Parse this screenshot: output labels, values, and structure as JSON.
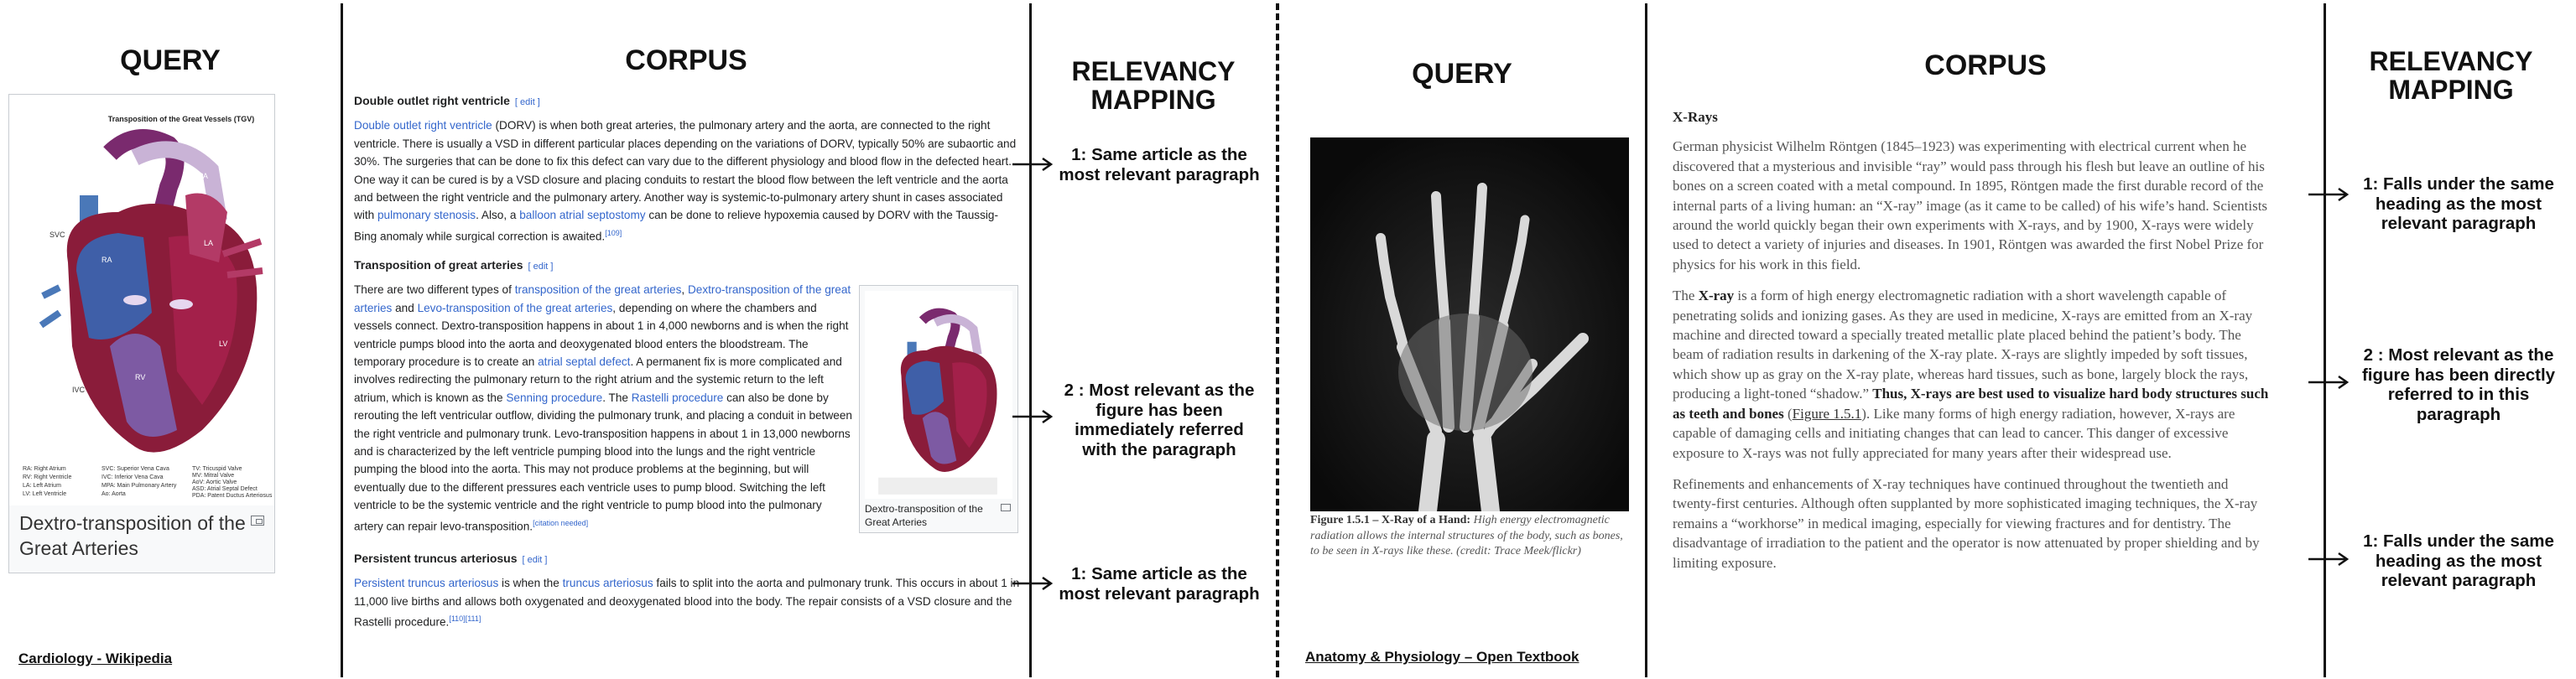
{
  "left": {
    "query_heading": "QUERY",
    "corpus_heading": "CORPUS",
    "mapping_heading": "RELEVANCY\nMAPPING",
    "source": "Cardiology - Wikipedia",
    "figure": {
      "title": "Transposition of the Great Vessels (TGV)",
      "caption": "Dextro-transposition of the Great Arteries",
      "small_caption": "Dextro-transposition of the Great Arteries",
      "legend_col1": [
        "RA: Right Atrium",
        "RV: Right Ventricle",
        "LA: Left Atrium",
        "LV: Left Ventricle"
      ],
      "legend_col2": [
        "SVC: Superior Vena Cava",
        "IVC: Inferior Vena Cava",
        "MPA: Main Pulmonary Artery",
        "Ao: Aorta"
      ],
      "legend_col3": [
        "TV: Tricuspid Valve",
        "MV: Mitral Valve",
        "AoV: Aortic Valve",
        "ASD: Atrial Septal Defect",
        "PDA: Patent Ductus Arteriosus"
      ]
    },
    "sections": [
      {
        "title": "Double outlet right ventricle",
        "edit": "[ edit ]",
        "link": "Double outlet right ventricle",
        "t1": " (DORV) is when both great arteries, the pulmonary artery and the aorta, are connected to the right ventricle. There is usually a VSD in different particular places depending on the variations of DORV, typically 50% are subaortic and 30%. The surgeries that can be done to fix this defect can vary due to the different physiology and blood flow in the defected heart. One way it can be cured is by a VSD closure and placing conduits to restart the blood flow between the left ventricle and the aorta and between the right ventricle and the pulmonary artery. Another way is systemic-to-pulmonary artery shunt in cases associated with ",
        "link2": "pulmonary stenosis",
        "t2": ". Also, a ",
        "link3": "balloon atrial septostomy",
        "t3": " can be done to relieve hypoxemia caused by DORV with the Taussig-Bing anomaly while surgical correction is awaited.",
        "ref": "[109]"
      },
      {
        "title": "Transposition of great arteries",
        "edit": "[ edit ]",
        "t0": "There are two different types of ",
        "link1": "transposition of the great arteries",
        "t1": ", ",
        "link2": "Dextro-transposition of the great arteries",
        "t2": " and ",
        "link3": "Levo-transposition of the great arteries",
        "t3": ", depending on where the chambers and vessels connect. Dextro-transposition happens in about 1 in 4,000 newborns and is when the right ventricle pumps blood into the aorta and deoxygenated blood enters the bloodstream. The temporary procedure is to create an ",
        "link4": "atrial septal defect",
        "t4": ". A permanent fix is more complicated and involves redirecting the pulmonary return to the right atrium and the systemic return to the left atrium, which is known as the ",
        "link5": "Senning procedure",
        "t5": ". The ",
        "link6": "Rastelli procedure",
        "t6": " can also be done by rerouting the left ventricular outflow, dividing the pulmonary trunk, and placing a conduit in between the right ventricle and pulmonary trunk. Levo-transposition happens in about 1 in 13,000 newborns and is characterized by the left ventricle pumping blood into the lungs and the right ventricle pumping the blood into the aorta. This may not produce problems at the beginning, but will eventually due to the different pressures each ventricle uses to pump blood. Switching the left ventricle to be the systemic ventricle and the right ventricle to pump blood into the pulmonary artery can repair levo-transposition.",
        "ref": "[citation needed]"
      },
      {
        "title": "Persistent truncus arteriosus",
        "edit": "[ edit ]",
        "link1": "Persistent truncus arteriosus",
        "t1": " is when the ",
        "link2": "truncus arteriosus",
        "t2": " fails to split into the aorta and pulmonary trunk. This occurs in about 1 in 11,000 live births and allows both oxygenated and deoxygenated blood into the body. The repair consists of a VSD closure and the Rastelli procedure.",
        "ref": "[110][111]"
      }
    ],
    "mapping": [
      {
        "num": "1:",
        "text": "Same article as the most relevant paragraph"
      },
      {
        "num": "2 :",
        "text": "Most relevant as the figure has been immediately referred with the paragraph"
      },
      {
        "num": "1:",
        "text": "Same article as the most relevant paragraph"
      }
    ]
  },
  "right": {
    "query_heading": "QUERY",
    "corpus_heading": "CORPUS",
    "mapping_heading": "RELEVANCY\nMAPPING",
    "source": "Anatomy & Physiology – Open Textbook",
    "figure_caption_bold": "Figure 1.5.1 – X-Ray of a Hand:",
    "figure_caption": " High energy electromagnetic radiation allows the internal structures of the body, such as bones, to be seen in X-rays like these. (credit: Trace Meek/flickr)",
    "section_title": "X-Rays",
    "p1": "German physicist Wilhelm Röntgen (1845–1923) was experimenting with electrical current when he discovered that a mysterious and invisible “ray” would pass through his flesh but leave an outline of his bones on a screen coated with a metal compound. In 1895, Röntgen made the first durable record of the internal parts of a living human: an “X-ray” image (as it came to be called) of his wife’s hand. Scientists around the world quickly began their own experiments with X-rays, and by 1900, X-rays were widely used to detect a variety of injuries and diseases. In 1901, Röntgen was awarded the first Nobel Prize for physics for his work in this field.",
    "p2_a": "The ",
    "p2_bold1": "X-ray",
    "p2_b": " is a form of high energy electromagnetic radiation with a short wavelength capable of penetrating solids and ionizing gases. As they are used in medicine, X-rays are emitted from an X-ray machine and directed toward a specially treated metallic plate placed behind the patient’s body. The beam of radiation results in darkening of the X-ray plate. X-rays are slightly impeded by soft tissues, which show up as gray on the X-ray plate, whereas hard tissues, such as bone, largely block the rays, producing a light-toned “shadow.” ",
    "p2_bold2": "Thus, X-rays are best used to visualize hard body structures such as teeth and bones",
    "p2_c": " (",
    "p2_ref": "Figure 1.5.1",
    "p2_d": "). Like many forms of high energy radiation, however, X-rays are capable of damaging cells and initiating changes that can lead to cancer. This danger of excessive exposure to X-rays was not fully appreciated for many years after their widespread use.",
    "p3": "Refinements and enhancements of X-ray techniques have continued throughout the twentieth and twenty-first centuries. Although often supplanted by more sophisticated imaging techniques, the X-ray remains a “workhorse” in medical imaging, especially for viewing fractures and for dentistry. The disadvantage of irradiation to the patient and the operator is now attenuated by proper shielding and by limiting exposure.",
    "mapping": [
      {
        "num": "1:",
        "text": "Falls under the same heading as the most relevant paragraph"
      },
      {
        "num": "2 :",
        "text": "Most relevant as the figure has been directly referred to in this paragraph"
      },
      {
        "num": "1:",
        "text": "Falls under the same heading as the most relevant paragraph"
      }
    ]
  }
}
